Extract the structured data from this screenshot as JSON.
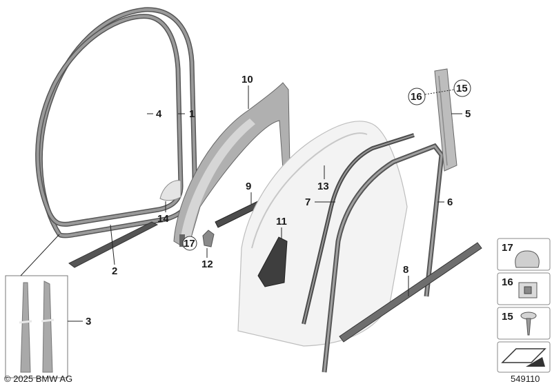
{
  "callouts": {
    "c1": "1",
    "c2": "2",
    "c3": "3",
    "c4": "4",
    "c5": "5",
    "c6": "6",
    "c7": "7",
    "c8": "8",
    "c9": "9",
    "c10": "10",
    "c11": "11",
    "c12": "12",
    "c13": "13",
    "c14": "14",
    "c15": "15",
    "c16": "16",
    "c17": "17"
  },
  "legend": {
    "item17": "17",
    "item16": "16",
    "item15": "15"
  },
  "footer": {
    "copyright": "© 2025 BMW AG",
    "diagram_number": "549110"
  }
}
